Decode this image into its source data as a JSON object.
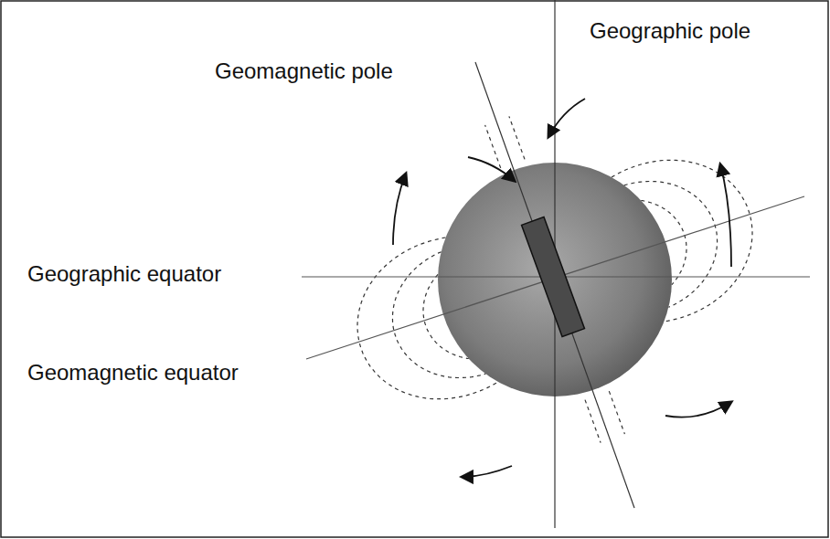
{
  "diagram": {
    "labels": [
      "Geographic pole",
      "Geomagnetic pole",
      "Geographic equator",
      "Geomagnetic equator"
    ]
  }
}
